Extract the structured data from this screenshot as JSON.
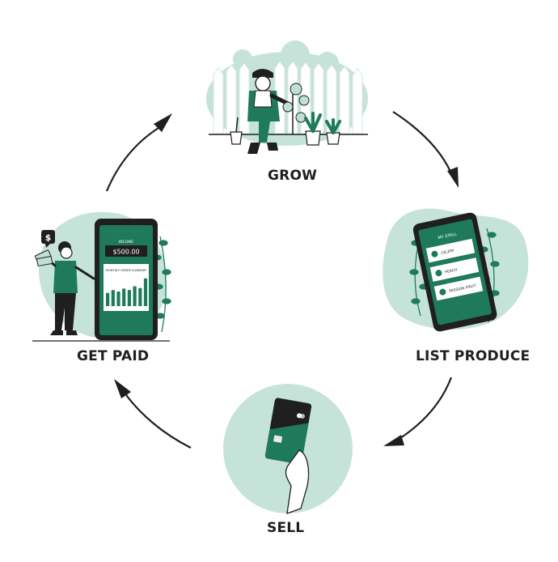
{
  "steps": {
    "grow": "GROW",
    "list": "LIST PRODUCE",
    "sell": "SELL",
    "paid": "GET PAID"
  },
  "phone_paid": {
    "small_label": "INCOME",
    "amount": "$500.00",
    "summary_title": "MONTHLY ORDER SUMMARY",
    "bar_values": [
      0.45,
      0.55,
      0.5,
      0.6,
      0.55,
      0.68,
      0.62,
      0.95
    ],
    "currency_badge": "$"
  },
  "phone_list": {
    "title": "MY STALL",
    "items": [
      "CELERY",
      "PEACH",
      "PASSION FRUIT"
    ]
  },
  "colors": {
    "accent": "#1f7a5c",
    "accent_dark": "#15614a",
    "tint": "#bfe0d4",
    "ink": "#1f1f1f"
  }
}
